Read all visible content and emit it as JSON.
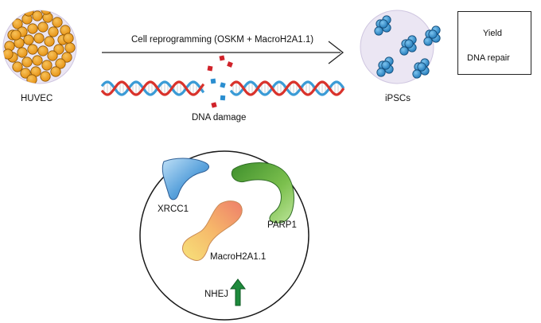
{
  "labels": {
    "huvec": "HUVEC",
    "ipscs": "iPSCs",
    "reprogramming": "Cell reprogramming (OSKM + MacroH2A1.1)",
    "dna_damage": "DNA damage",
    "xrcc1": "XRCC1",
    "parp1": "PARP1",
    "macroh2a": "MacroH2A1.1",
    "nhej": "NHEJ"
  },
  "legend": {
    "yield": "Yield",
    "dna_repair": "DNA repair"
  },
  "colors": {
    "huvec_cell": "#f2a31b",
    "ipsc_cell": "#2e8fd0",
    "dish_fill": "#ebe6f3",
    "dna_red": "#d9322b",
    "dna_blue": "#3a9bd6",
    "damage_red": "#d0232a",
    "damage_blue": "#2b8ed0",
    "up_arrow": "#1e8a3c",
    "xrcc1_protein": "#4b8fd0",
    "parp1_protein": "#5fa83a",
    "macroh2a_protein": "#f0a060"
  },
  "icons": {
    "up_arrow": "green-up-arrow-icon"
  }
}
